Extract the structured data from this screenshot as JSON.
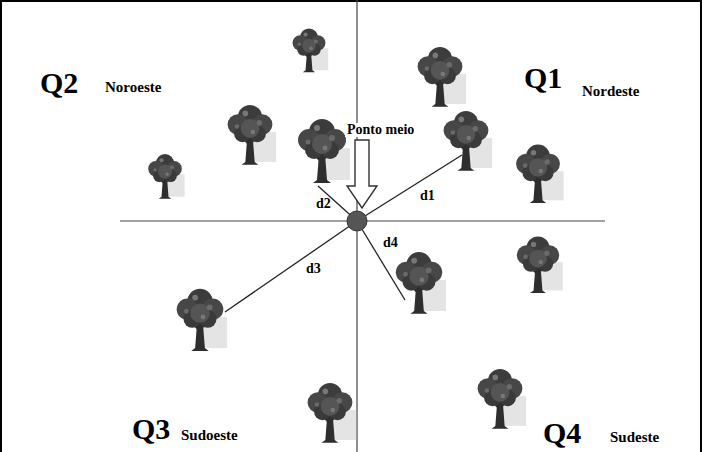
{
  "diagram": {
    "labels": [
      "Q2",
      "Noroeste",
      "Q1",
      "Nordeste",
      "Ponto meio",
      "d2",
      "d1",
      "d3",
      "d4",
      "Q3",
      "Sudoeste",
      "Q4",
      "Sudeste"
    ]
  }
}
